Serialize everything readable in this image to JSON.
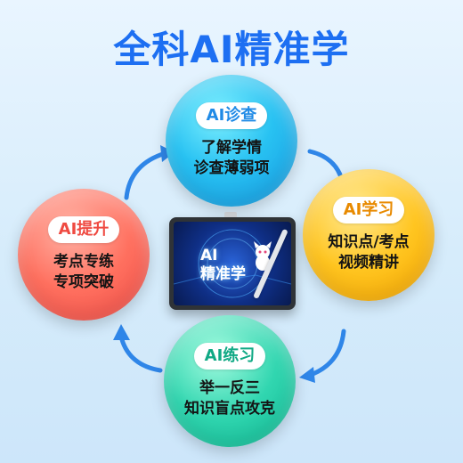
{
  "title": "全科AI精准学",
  "screen_text": [
    "AI",
    "精准学"
  ],
  "cycle": {
    "top": {
      "label": "AI诊查",
      "lines": [
        "了解学情",
        "诊查薄弱项"
      ]
    },
    "right": {
      "label": "AI学习",
      "lines": [
        "知识点/考点",
        "视频精讲"
      ]
    },
    "bottom": {
      "label": "AI练习",
      "lines": [
        "举一反三",
        "知识盲点攻克"
      ]
    },
    "left": {
      "label": "AI提升",
      "lines": [
        "考点专练",
        "专项突破"
      ]
    }
  },
  "colors": {
    "title": "#1d6ff2",
    "arrow": "#2f86e8",
    "top": "#28c2f2",
    "right": "#ffc520",
    "bottom": "#31d6b0",
    "left": "#ff705f"
  },
  "icons": [
    "cycle-arrow-icon",
    "tablet-device-icon",
    "mascot-icon",
    "stylus-pen-icon"
  ]
}
